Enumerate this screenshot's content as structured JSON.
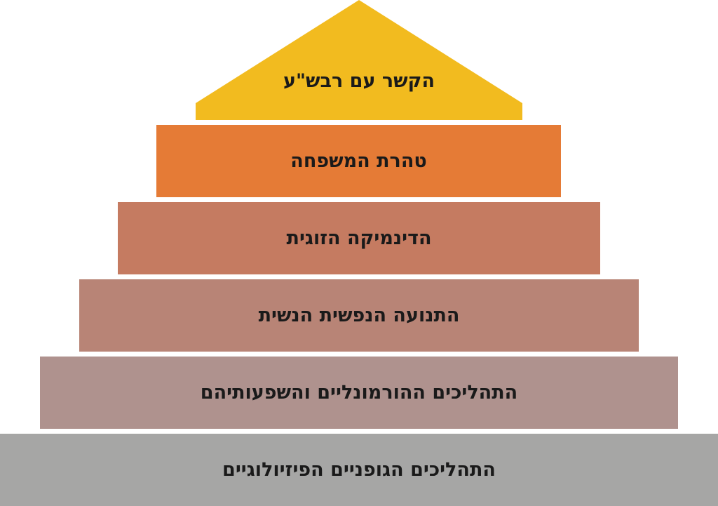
{
  "pyramid": {
    "levels": [
      {
        "label": "הקשר עם רבש\"ע",
        "color": "#F2BB1F"
      },
      {
        "label": "טהרת המשפחה",
        "color": "#E57B36"
      },
      {
        "label": "הדינמיקה הזוגית",
        "color": "#C57B61"
      },
      {
        "label": "התנועה הנפשית הנשית",
        "color": "#B88476"
      },
      {
        "label": "התהליכים ההורמונליים והשפעותיהם",
        "color": "#AF928E"
      },
      {
        "label": "התהליכים הגופניים הפיזיולוגיים",
        "color": "#A6A6A5"
      }
    ]
  }
}
